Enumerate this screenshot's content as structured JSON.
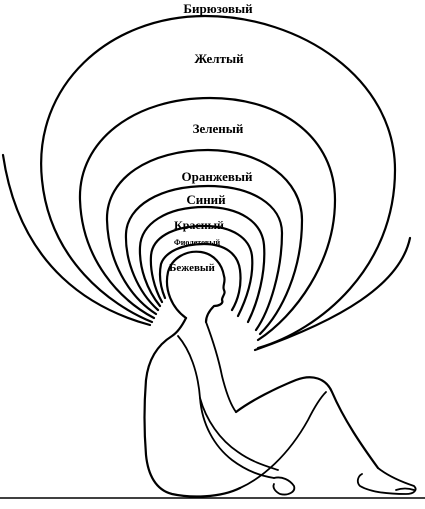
{
  "aura_layers": [
    {
      "id": "turquoise",
      "label": "Бирюзовый"
    },
    {
      "id": "yellow",
      "label": "Желтый"
    },
    {
      "id": "green",
      "label": "Зеленый"
    },
    {
      "id": "orange",
      "label": "Оранжевый"
    },
    {
      "id": "blue",
      "label": "Синий"
    },
    {
      "id": "red",
      "label": "Красный"
    },
    {
      "id": "violet",
      "label": "Фиолетовый"
    },
    {
      "id": "beige",
      "label": "Бежевый"
    }
  ],
  "colors": {
    "background": "#ffffff",
    "ink": "#000000"
  }
}
